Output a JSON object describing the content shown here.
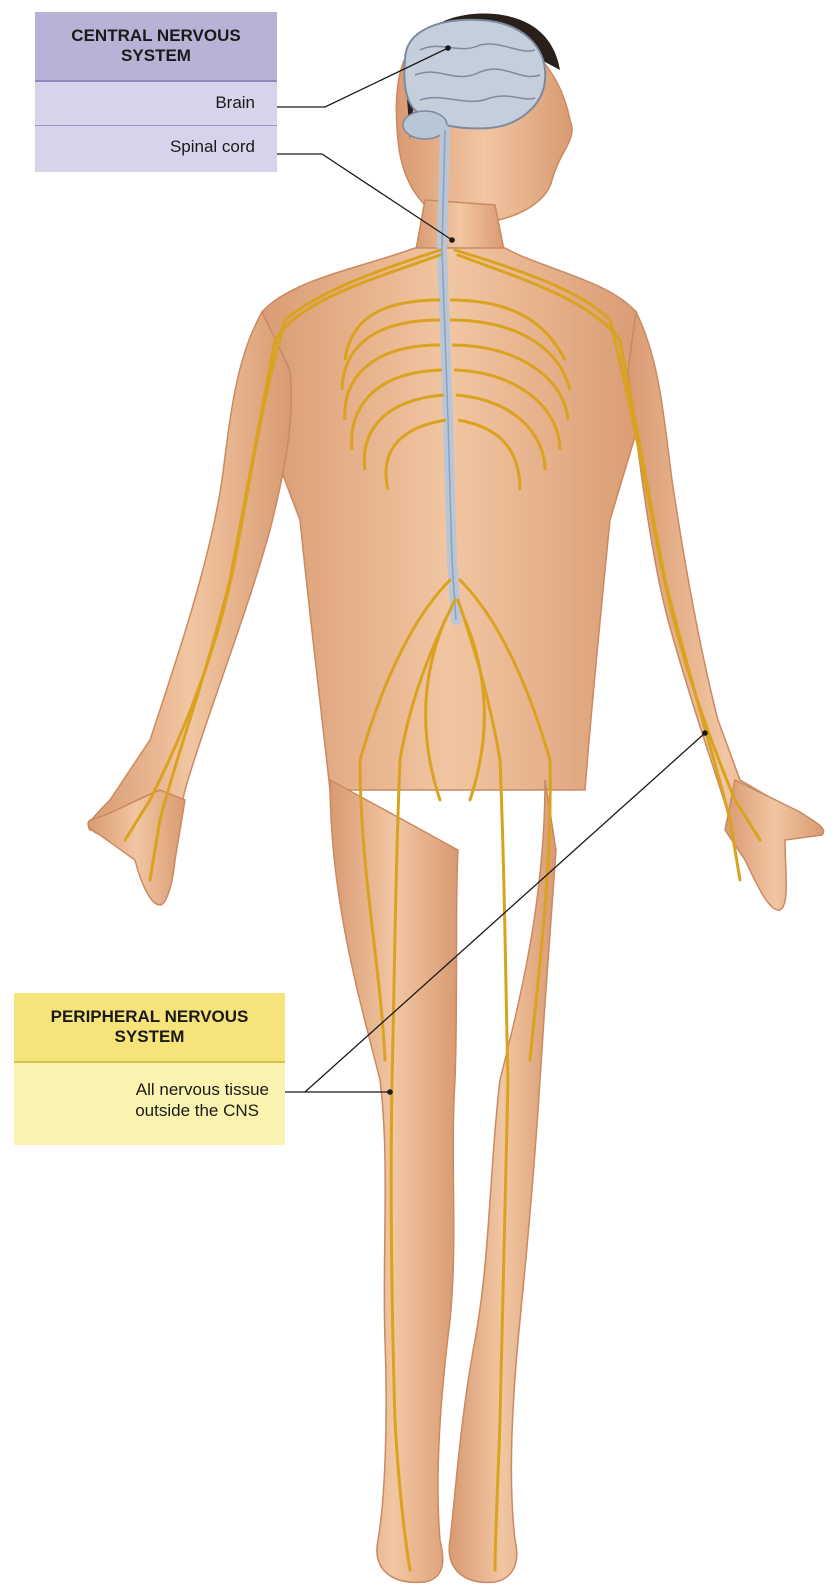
{
  "cns": {
    "title": "CENTRAL NERVOUS SYSTEM",
    "labels": [
      "Brain",
      "Spinal cord"
    ],
    "color": "#b8b2d6"
  },
  "pns": {
    "title": "PERIPHERAL NERVOUS SYSTEM",
    "label_lines": [
      "All nervous tissue",
      "outside the CNS"
    ],
    "color": "#f6e37a"
  },
  "colors": {
    "skin": "#e8b58e",
    "nerve": "#d9a31f",
    "cns_tissue": "#b9c6d8",
    "leader": "#1a1a1a"
  }
}
